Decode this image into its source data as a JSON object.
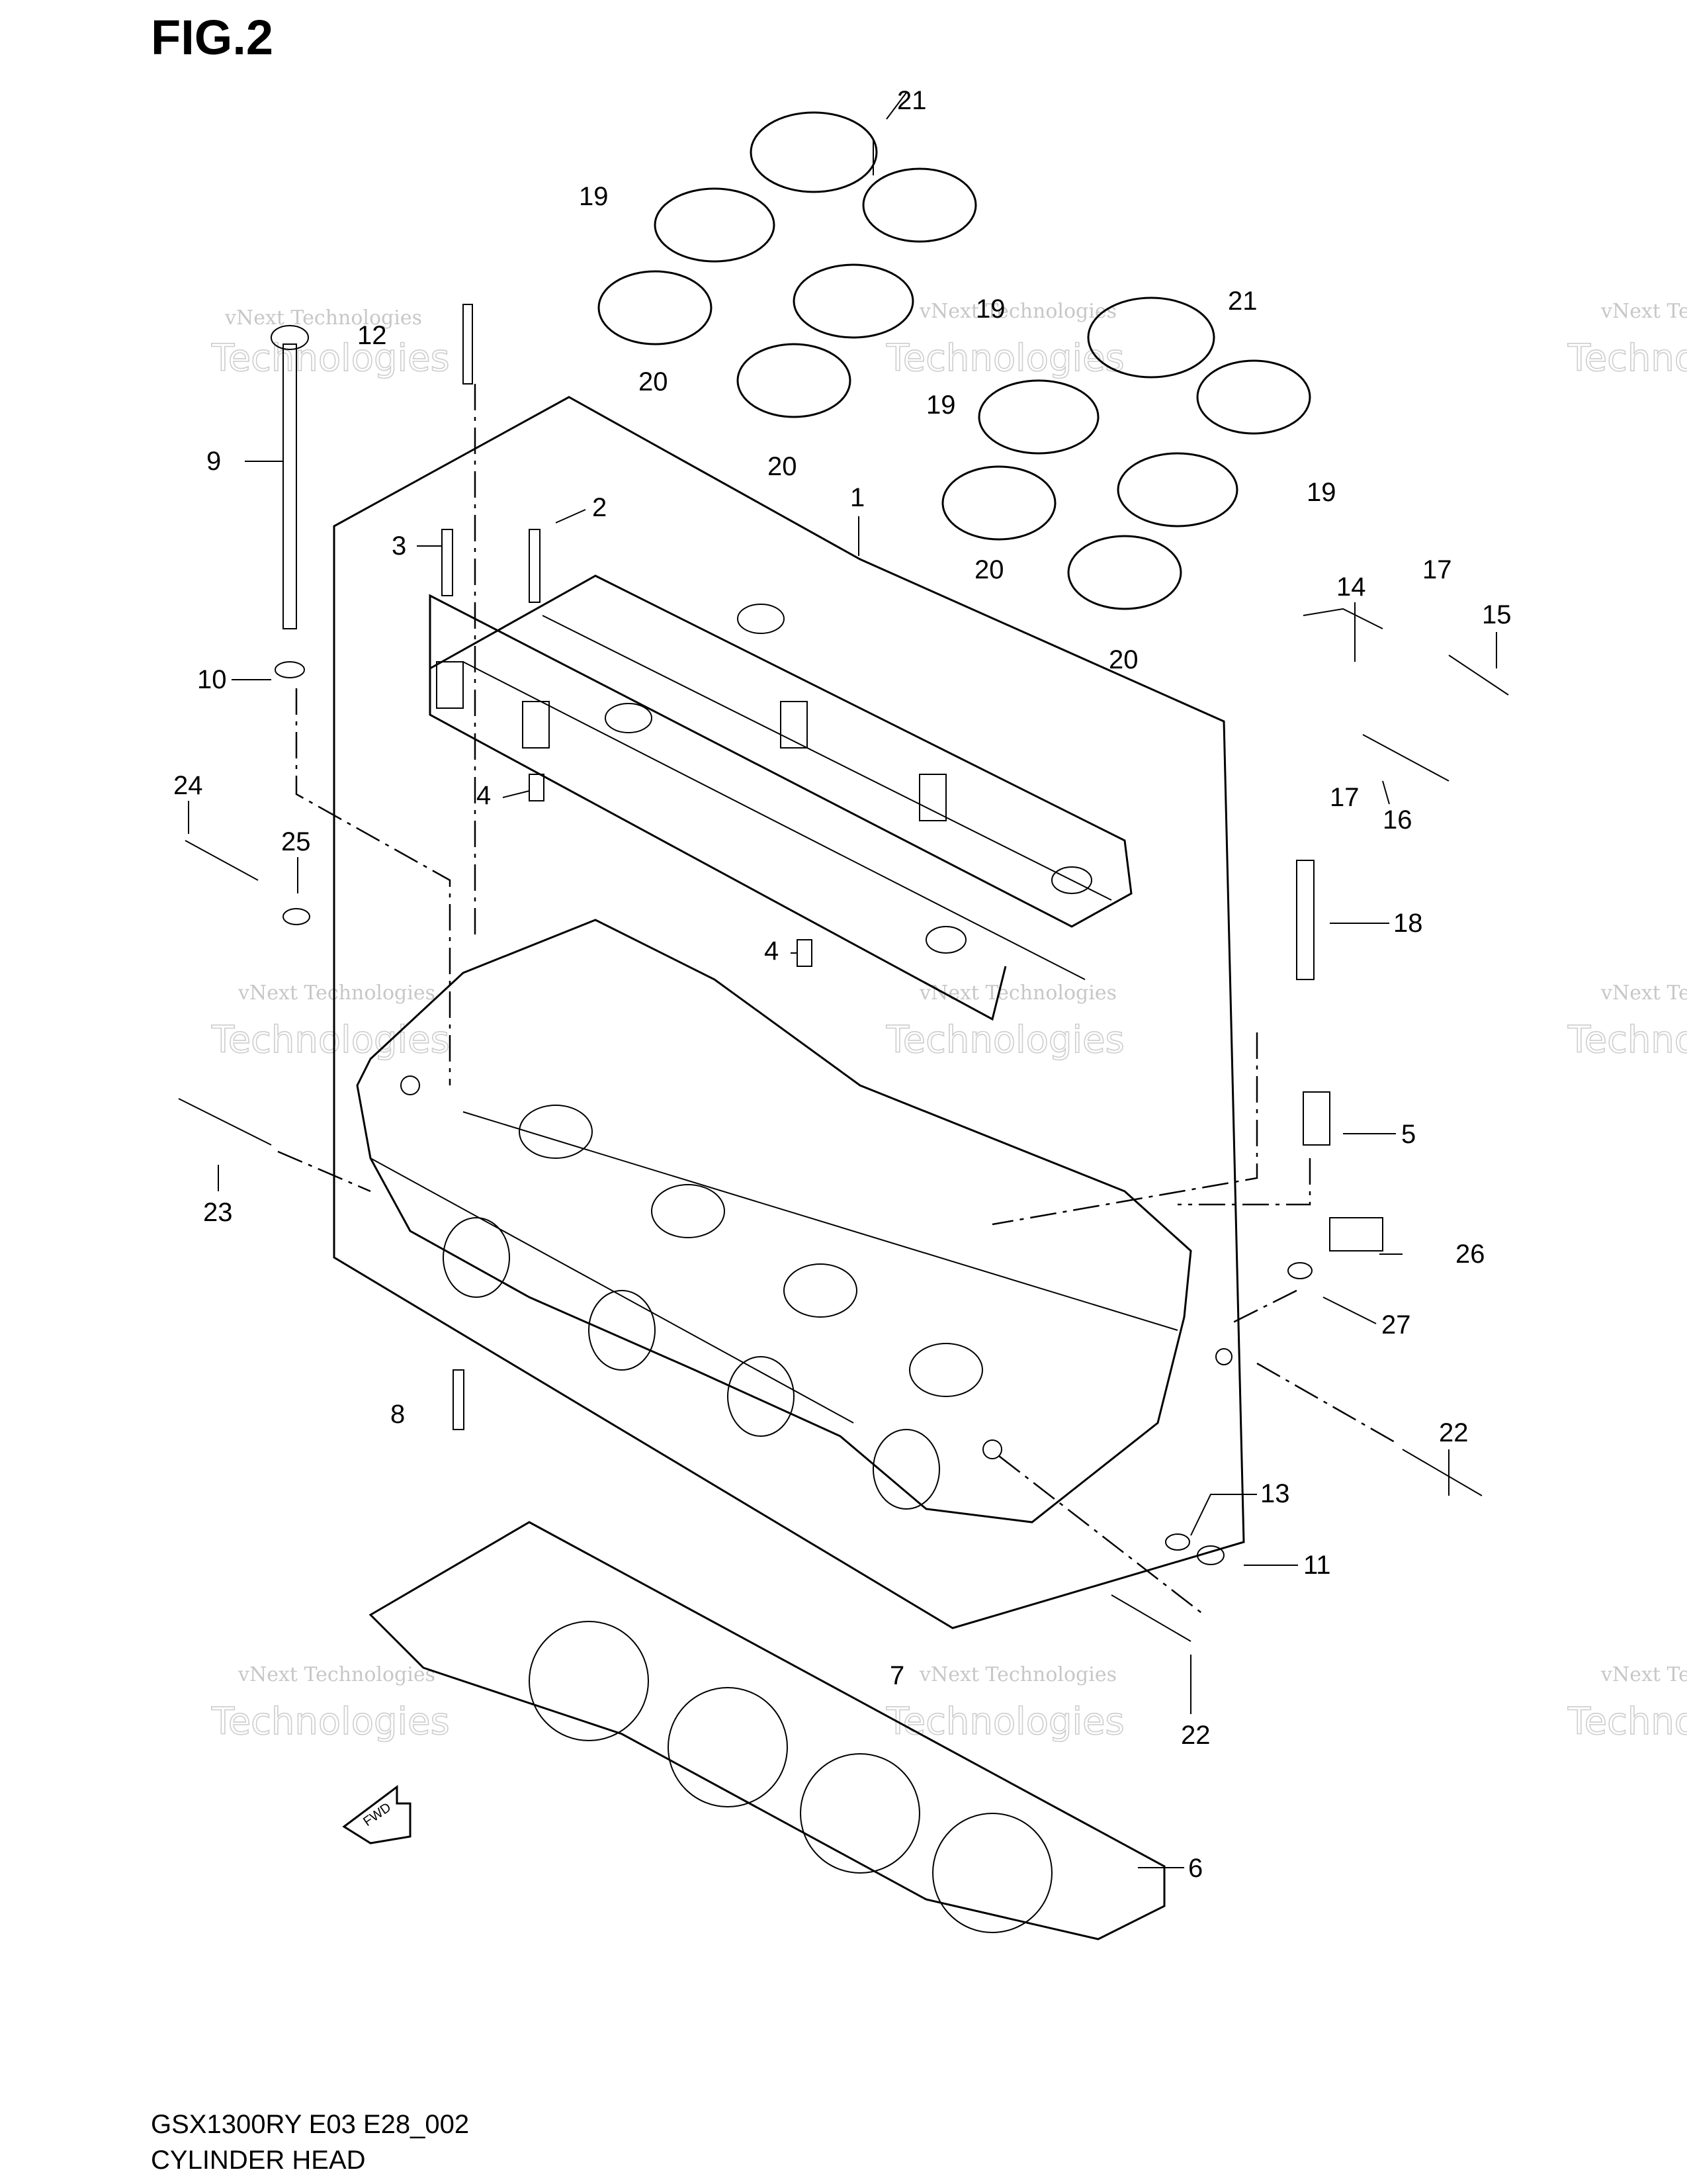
{
  "figure": {
    "title": "FIG.2",
    "model_code": "GSX1300RY E03 E28_002",
    "caption": "CYLINDER HEAD"
  },
  "watermark": {
    "line1": "vNext Technologies",
    "line2": "vNext",
    "line3": "Technologies"
  },
  "callouts": [
    "1",
    "2",
    "3",
    "4",
    "4",
    "5",
    "6",
    "7",
    "8",
    "9",
    "10",
    "11",
    "12",
    "13",
    "14",
    "15",
    "16",
    "17",
    "17",
    "18",
    "19",
    "19",
    "19",
    "19",
    "20",
    "20",
    "20",
    "20",
    "21",
    "21",
    "22",
    "22",
    "23",
    "24",
    "25",
    "26",
    "27"
  ],
  "fwd_label": "FWD"
}
